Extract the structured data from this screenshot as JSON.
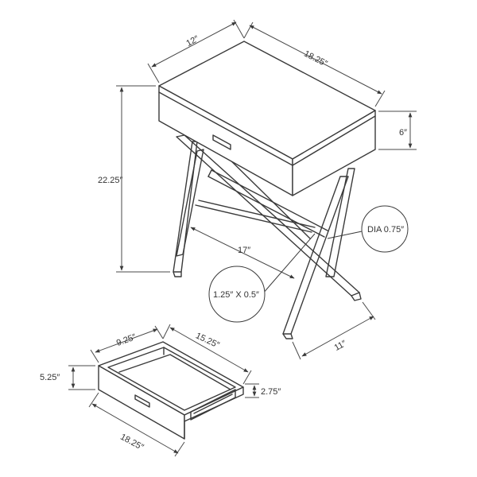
{
  "table": {
    "depth": "12″",
    "width": "18.25″",
    "apron_height": "6″",
    "total_height": "22.25″",
    "leg_diameter": "DIA 0.75″",
    "stretcher_span": "17″",
    "stretcher_section": "1.25″ X 0.5″",
    "base_depth": "11″"
  },
  "drawer": {
    "depth": "9.25″",
    "inner_width": "15.25″",
    "front_height": "5.25″",
    "box_height": "2.75″",
    "width": "18.25″"
  },
  "colors": {
    "line": "#3a3a3a",
    "text": "#333333",
    "background": "#ffffff"
  }
}
